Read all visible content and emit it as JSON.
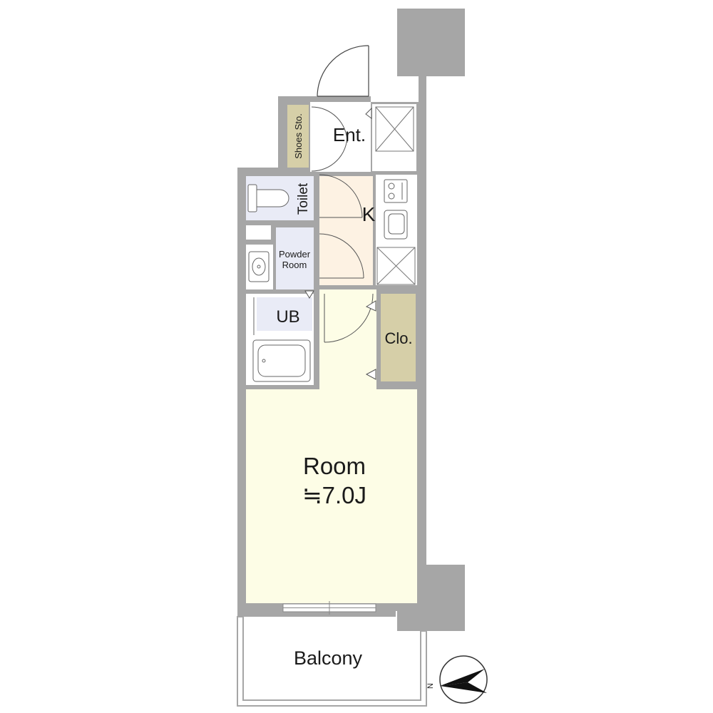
{
  "rooms": {
    "entrance": "Ent.",
    "shoes_storage": "Shoes Sto.",
    "toilet": "Toilet",
    "kitchen": "K",
    "powder_room_line1": "Powder",
    "powder_room_line2": "Room",
    "unit_bath": "UB",
    "closet": "Clo.",
    "room": "Room",
    "room_size": "≒7.0J",
    "balcony": "Balcony"
  },
  "compass": {
    "north_label": "N",
    "icon": "north-arrow-icon"
  },
  "colors": {
    "wall": "#a6a6a6",
    "column": "#a6a6a6",
    "room_fill": "#fdfde6",
    "kitchen_fill": "#fdf2e3",
    "wet_area_fill": "#e9ebf6",
    "storage_fill": "#d6cfa8",
    "balcony_fill": "#ffffff"
  }
}
